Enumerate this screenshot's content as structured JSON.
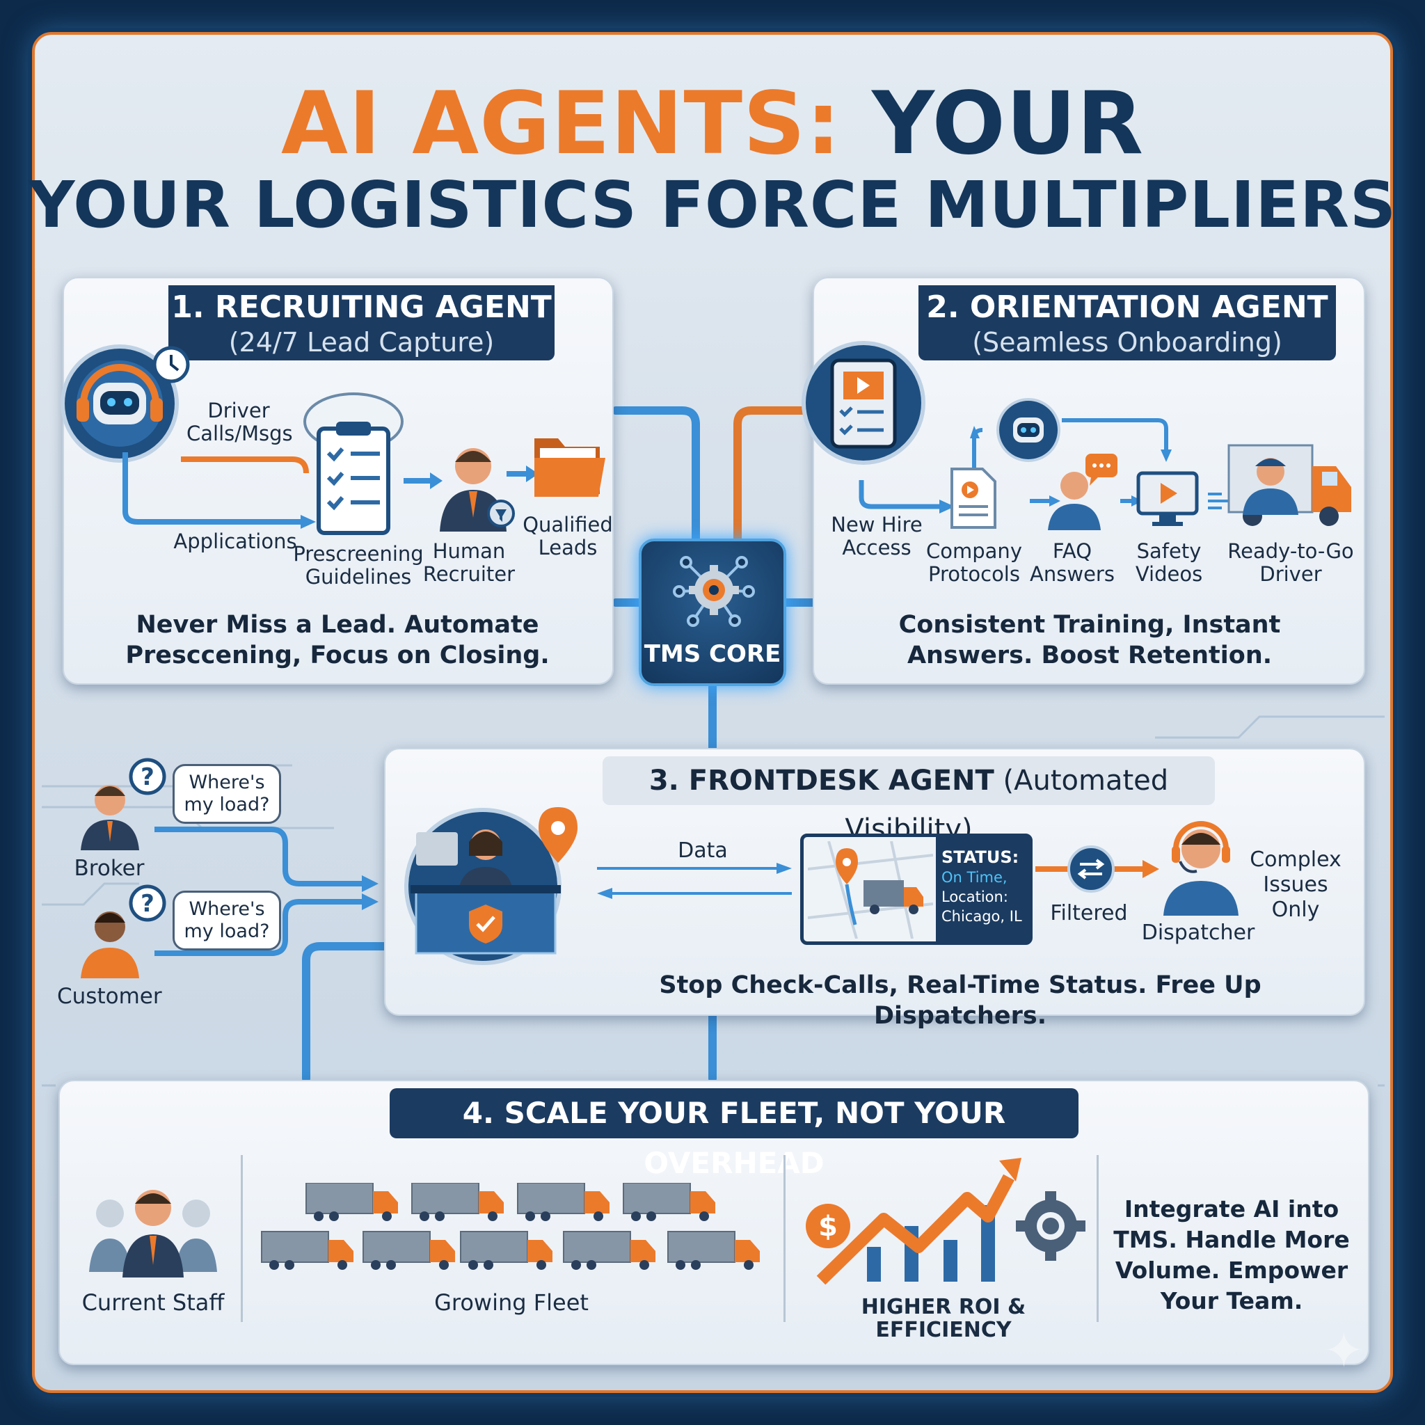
{
  "title": {
    "line1_orange": "AI AGENTS:",
    "line1_navy": "YOUR",
    "line2": "YOUR LOGISTICS FORCE MULTIPLIERS"
  },
  "core": {
    "label": "TMS CORE"
  },
  "recruiting": {
    "title": "1. RECRUITING AGENT",
    "subtitle": "(24/7 Lead Capture)",
    "driver_calls": "Driver Calls/Msgs",
    "applications": "Applications",
    "prescreening": "Prescreening Guidelines",
    "human_recruiter": "Human Recruiter",
    "qualified_leads": "Qualified Leads",
    "tagline": "Never Miss a Lead. Automate Presccening, Focus on Closing."
  },
  "orientation": {
    "title": "2. ORIENTATION AGENT",
    "subtitle": "(Seamless Onboarding)",
    "new_hire": "New Hire Access",
    "company_protocols": "Company Protocols",
    "faq": "FAQ Answers",
    "safety": "Safety Videos",
    "ready": "Ready-to-Go Driver",
    "tagline": "Consistent Training, Instant Answers. Boost Retention."
  },
  "frontdesk": {
    "title_bold": "3. FRONTDESK AGENT",
    "title_paren": "(Automated Visibility)",
    "question": "Where's my load?",
    "broker": "Broker",
    "customer": "Customer",
    "data_label": "Data",
    "status": {
      "heading": "STATUS:",
      "value": "On Time,",
      "location_label": "Location:",
      "location": "Chicago, IL"
    },
    "filtered": "Filtered",
    "dispatcher": "Dispatcher",
    "complex": "Complex Issues Only",
    "tagline": "Stop Check-Calls, Real-Time Status. Free Up Dispatchers."
  },
  "scale": {
    "title": "4. SCALE YOUR FLEET, NOT YOUR OVERHEAD",
    "current_staff": "Current Staff",
    "growing_fleet": "Growing Fleet",
    "roi": "HIGHER ROI & EFFICIENCY",
    "dollar": "$",
    "summary": "Integrate AI into TMS. Handle More Volume. Empower Your Team."
  },
  "colors": {
    "navy": "#14365a",
    "orange": "#ec7a2b",
    "blue": "#3a8fd6",
    "header_bg": "#1b3b61"
  }
}
